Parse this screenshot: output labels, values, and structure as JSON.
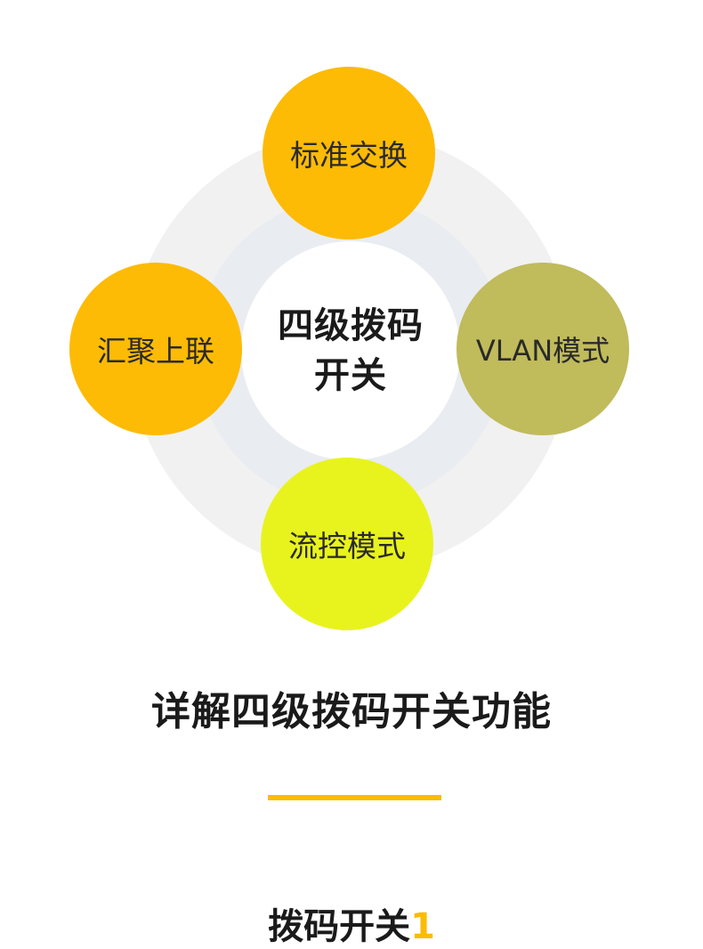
{
  "diagram": {
    "center_lines": [
      "四级拨码",
      "开关"
    ],
    "nodes": {
      "top": "标准交换",
      "left": "汇聚上联",
      "right": "VLAN模式",
      "bottom": "流控模式"
    },
    "colors": {
      "top": "#fdbb05",
      "left": "#fdbb05",
      "right": "#c0bb5b",
      "bottom": "#e8f31d",
      "outer_ring": "#f1f1f1",
      "inner_ring": "#e9ecf1"
    }
  },
  "heading": {
    "title": "详解四级拨码开关功能",
    "accent_color": "#fdbb05"
  },
  "section": {
    "label": "拨码开关",
    "number": "1"
  }
}
